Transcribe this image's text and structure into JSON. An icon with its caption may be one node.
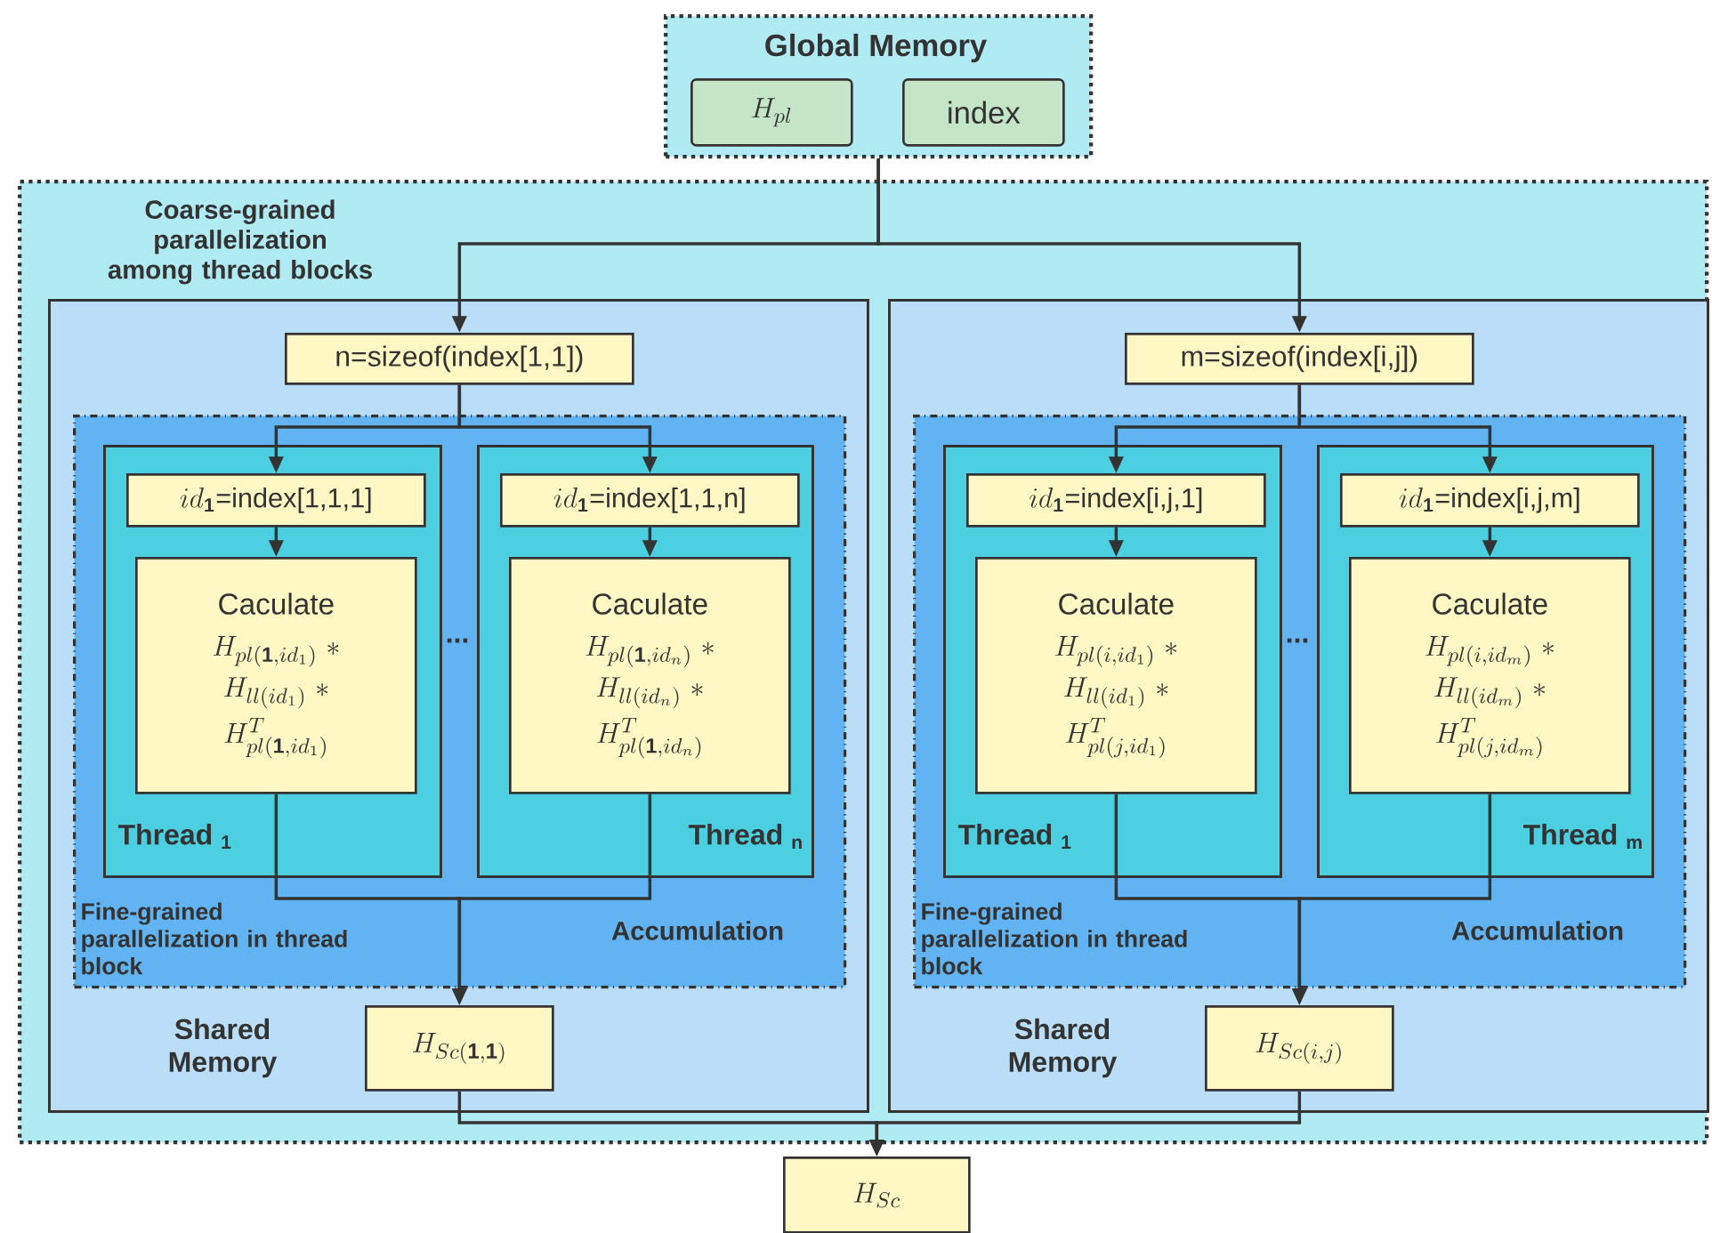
{
  "diagram": {
    "nodes": [
      {
        "text": [
          "Global Memory"
        ]
      },
      {
        "text": [
          "H_{pl}"
        ],
        "in": 0
      },
      {
        "text": [
          "index"
        ],
        "in": 0
      },
      {
        "text": [
          "Coarse-grained parallelization among thread blocks"
        ]
      },
      {
        "text": [
          "Shared Memory"
        ],
        "in": 3
      },
      {
        "text": [
          "n=sizeof(index[1,1])"
        ],
        "in": 4
      },
      {
        "text": [
          "Fine-grained parallelization in thread block",
          "Accumulation"
        ],
        "in": 4
      },
      {
        "text": [
          "Thread $_{1}$"
        ],
        "in": 6
      },
      {
        "text": [
          "id_{\\mathbf{1}}\\text{=index[1,1,1]}"
        ],
        "in": 7
      },
      {
        "text": [
          "Caculate",
          "H_{pl(\\mathbf{1},id_{1})}\\ *",
          "H_{ll(id_{1})}\\ *",
          "H^{T}_{pl(\\mathbf{1},id_{1})}"
        ],
        "in": 7
      },
      {
        "text": [
          "Thread $_{n}$"
        ],
        "in": 6
      },
      {
        "text": [
          "id_{\\mathbf{1}}\\text{=index[1,1,n]}"
        ],
        "in": 10
      },
      {
        "text": [
          "Caculate",
          "H_{pl(\\mathbf{1},id_{n})}\\ *",
          "H_{ll(id_{n})}\\ *",
          "H^{T}_{pl(\\mathbf{1},id_{n})}"
        ],
        "in": 10
      },
      {
        "text": [
          "H_{Sc(\\mathbf{1},\\mathbf{1})}"
        ],
        "in": 4
      },
      {
        "text": [
          "Shared Memory"
        ],
        "in": 3
      },
      {
        "text": [
          "m=sizeof(index[i,j])"
        ],
        "in": 14
      },
      {
        "text": [
          "Fine-grained parallelization in thread block",
          "Accumulation"
        ],
        "in": 14
      },
      {
        "text": [
          "Thread $_{1}$"
        ],
        "in": 16
      },
      {
        "text": [
          "id_{\\mathbf{1}}\\text{=index[i,j,1]}"
        ],
        "in": 17
      },
      {
        "text": [
          "Caculate",
          "H_{pl(i,id_{1})}\\ *",
          "H_{ll(id_{1})}\\ *",
          "H^{T}_{pl(j,id_{1})}"
        ],
        "in": 17
      },
      {
        "text": [
          "Thread $_{m}$"
        ],
        "in": 16
      },
      {
        "text": [
          "id_{\\mathbf{1}}\\text{=index[i,j,m]}"
        ],
        "in": 20
      },
      {
        "text": [
          "Caculate",
          "H_{pl(i,id_{m})}\\ *",
          "H_{ll(id_{m})}\\ *",
          "H^{T}_{pl(j,id_{m})}"
        ],
        "in": 20
      },
      {
        "text": [
          "H_{Sc(i,j)}"
        ],
        "in": 14
      },
      {
        "text": [
          "H_{Sc}"
        ]
      }
    ],
    "edges": [
      {
        "from": 0,
        "to": 5,
        "arrow": "to"
      },
      {
        "from": 0,
        "to": 15,
        "arrow": "to"
      },
      {
        "from": 5,
        "to": 8,
        "arrow": "to"
      },
      {
        "from": 5,
        "to": 11,
        "arrow": "to"
      },
      {
        "from": 8,
        "to": 9,
        "arrow": "to"
      },
      {
        "from": 11,
        "to": 12,
        "arrow": "to"
      },
      {
        "from": 9,
        "to": 13,
        "arrow": "to"
      },
      {
        "from": 12,
        "to": 13,
        "arrow": "to"
      },
      {
        "from": 15,
        "to": 18,
        "arrow": "to"
      },
      {
        "from": 15,
        "to": 21,
        "arrow": "to"
      },
      {
        "from": 18,
        "to": 19,
        "arrow": "to"
      },
      {
        "from": 21,
        "to": 22,
        "arrow": "to"
      },
      {
        "from": 19,
        "to": 23,
        "arrow": "to"
      },
      {
        "from": 22,
        "to": 23,
        "arrow": "to"
      },
      {
        "from": 13,
        "to": 24,
        "arrow": "to"
      },
      {
        "from": 23,
        "to": 24,
        "arrow": "to"
      }
    ],
    "labels": [
      "...",
      "..."
    ]
  }
}
